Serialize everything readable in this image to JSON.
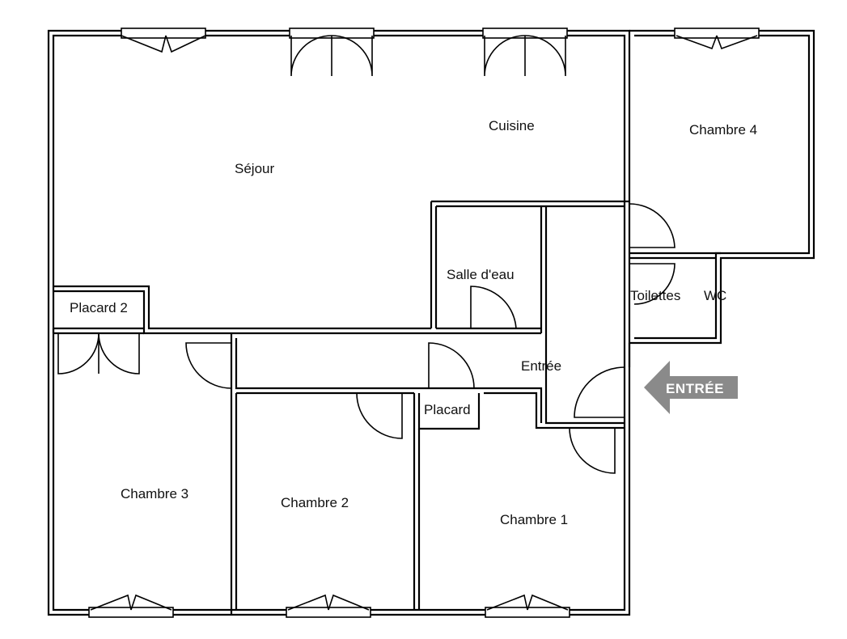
{
  "rooms": {
    "sejour": "Séjour",
    "cuisine": "Cuisine",
    "chambre4": "Chambre 4",
    "salle_eau": "Salle d'eau",
    "toilettes": "Toilettes",
    "wc": "WC",
    "placard2": "Placard 2",
    "entree": "Entrée",
    "placard": "Placard",
    "chambre3": "Chambre 3",
    "chambre2": "Chambre 2",
    "chambre1": "Chambre 1"
  },
  "entrance_arrow": {
    "label": "ENTRÉE",
    "fill": "#8a8a8a"
  }
}
